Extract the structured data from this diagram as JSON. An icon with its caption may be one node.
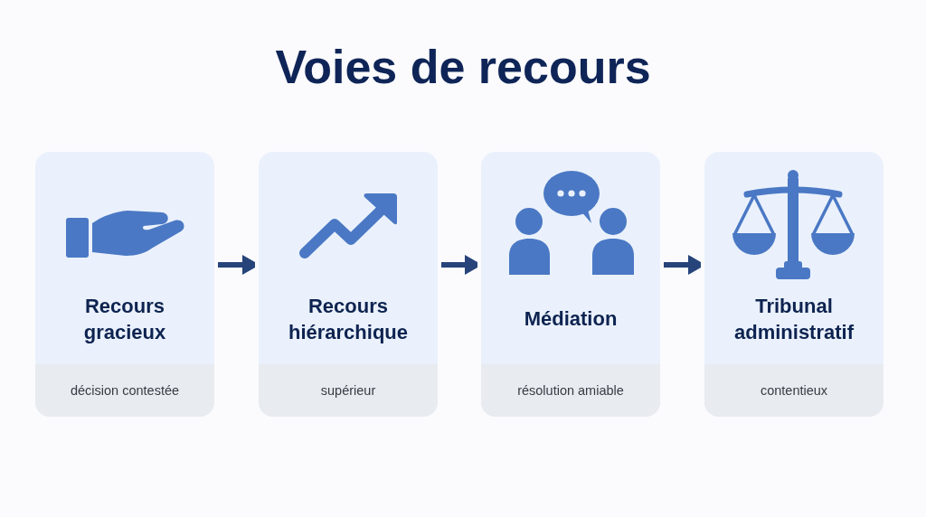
{
  "diagram": {
    "title": "Voies de recours",
    "nodes": [
      {
        "text": [
          "Recours gracieux",
          "décision contestée"
        ]
      },
      {
        "text": [
          "Recours hiérarchique",
          "supérieur"
        ]
      },
      {
        "text": [
          "Médiation",
          "résolution amiable"
        ]
      },
      {
        "text": [
          "Tribunal administratif",
          "contentieux"
        ]
      }
    ],
    "edges": [
      {
        "from": 0,
        "to": 1,
        "arrow": "to"
      },
      {
        "from": 1,
        "to": 2,
        "arrow": "to"
      },
      {
        "from": 2,
        "to": 3,
        "arrow": "to"
      }
    ]
  }
}
